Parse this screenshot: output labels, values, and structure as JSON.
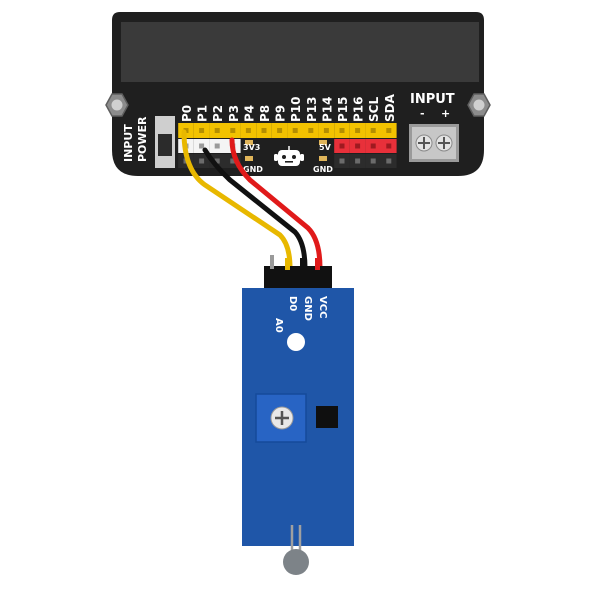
{
  "board": {
    "power_label": [
      "INPUT",
      "POWER"
    ],
    "pins": [
      "P0",
      "P1",
      "P2",
      "P3",
      "P4",
      "P8",
      "P9",
      "P10",
      "P13",
      "P14",
      "P15",
      "P16",
      "SCL",
      "SDA"
    ],
    "label_3v3": "3V3",
    "label_5v": "5V",
    "label_gnd_left": "GND",
    "label_gnd_right": "GND",
    "input_title": "INPUT",
    "input_minus": "-",
    "input_plus": "+"
  },
  "sensor": {
    "pins": [
      "A0",
      "D0",
      "GND",
      "VCC"
    ]
  },
  "colors": {
    "board": "#1f1f1f",
    "screen": "#3a3a3a",
    "signal_header": "#f2c200",
    "power_header": "#e8303a",
    "ground_header": "#2c2c2c",
    "sensor_pcb": "#1f56a8",
    "wire_signal": "#e8b800",
    "wire_ground": "#111111",
    "wire_power": "#e01a1a"
  }
}
